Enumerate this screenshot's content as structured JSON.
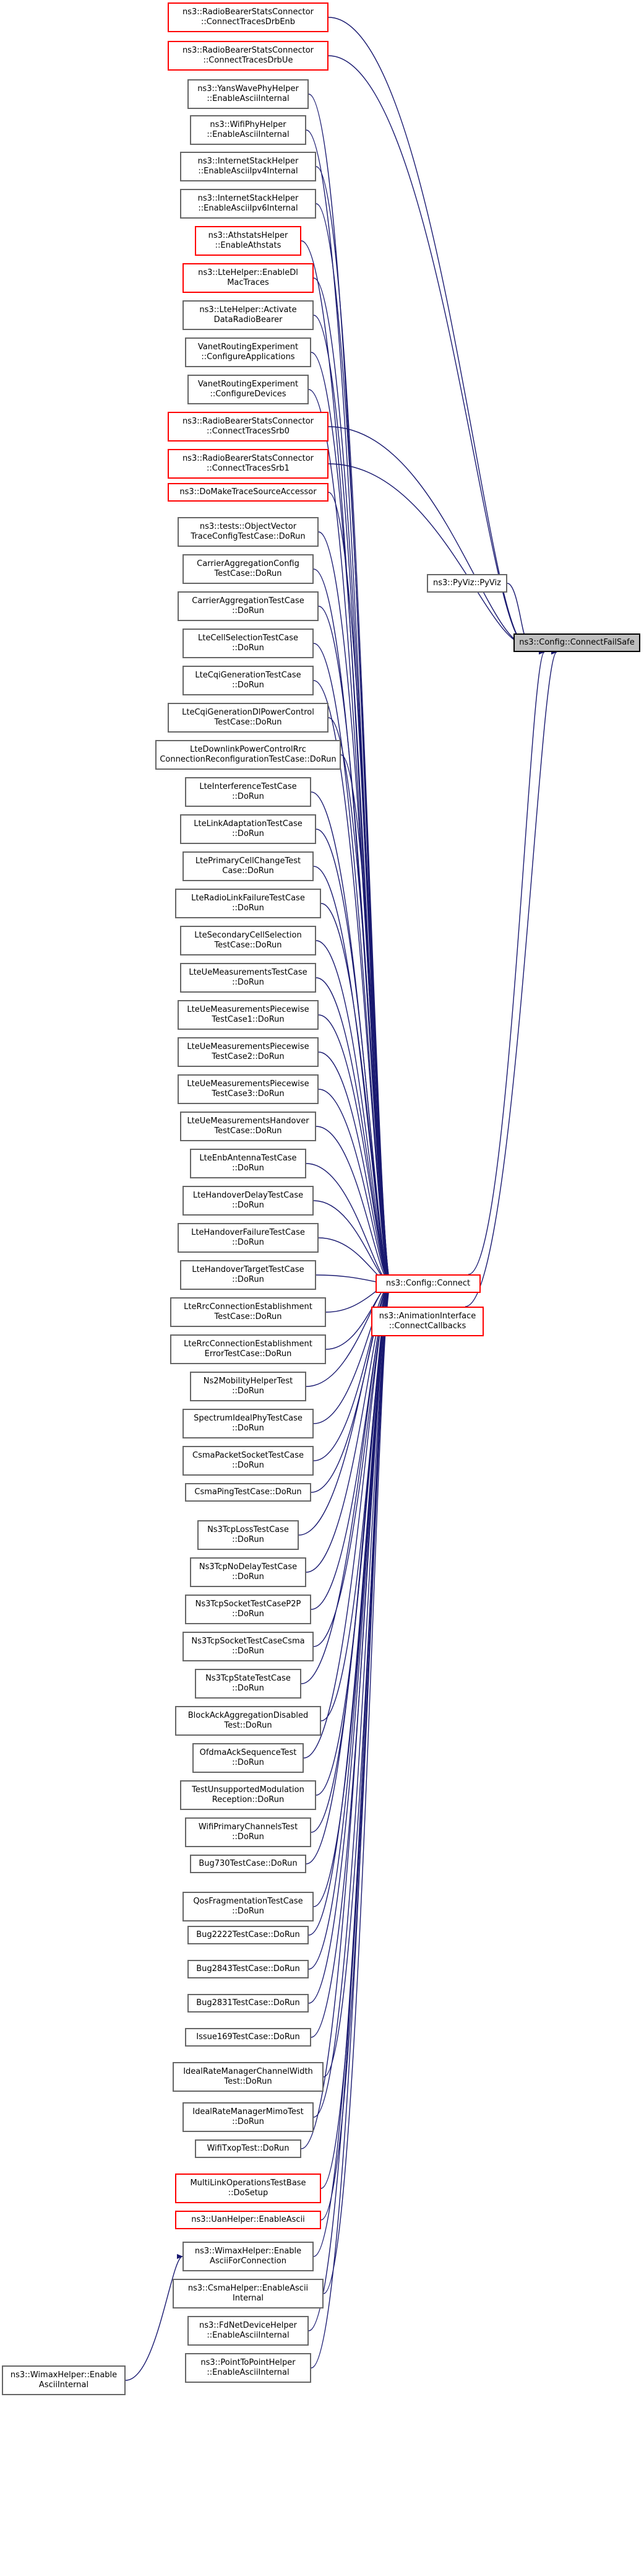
{
  "diagram": {
    "colors": {
      "edge": "#191970",
      "default_border": "#666666",
      "red_border": "#ff0000",
      "highlight_fill": "#bfbfbf"
    },
    "targets": {
      "connect_fail_safe": {
        "lines": [
          "ns3::Config::ConnectFailSafe"
        ],
        "highlight": true
      },
      "pyviz": {
        "lines": [
          "ns3::PyViz::PyViz"
        ]
      },
      "connect": {
        "lines": [
          "ns3::Config::Connect"
        ],
        "red": true
      },
      "anim": {
        "lines": [
          "ns3::AnimationInterface",
          "::ConnectCallbacks"
        ],
        "red": true
      },
      "wimax_enable_ascii_for_connection": {
        "lines": [
          "ns3::WimaxHelper::Enable",
          "AsciiForConnection"
        ]
      },
      "wimax_enable_ascii_internal": {
        "lines": [
          "ns3::WimaxHelper::Enable",
          "AsciiInternal"
        ]
      }
    },
    "callers": [
      {
        "lines": [
          "ns3::RadioBearerStatsConnector",
          "::ConnectTracesDrbEnb"
        ],
        "red": true,
        "to": [
          "connect_fail_safe"
        ]
      },
      {
        "lines": [
          "ns3::RadioBearerStatsConnector",
          "::ConnectTracesDrbUe"
        ],
        "red": true,
        "to": [
          "connect_fail_safe"
        ]
      },
      {
        "lines": [
          "ns3::YansWavePhyHelper",
          "::EnableAsciiInternal"
        ],
        "to": [
          "connect"
        ]
      },
      {
        "lines": [
          "ns3::WifiPhyHelper",
          "::EnableAsciiInternal"
        ],
        "to": [
          "connect"
        ]
      },
      {
        "lines": [
          "ns3::InternetStackHelper",
          "::EnableAsciiIpv4Internal"
        ],
        "to": [
          "connect"
        ]
      },
      {
        "lines": [
          "ns3::InternetStackHelper",
          "::EnableAsciiIpv6Internal"
        ],
        "to": [
          "connect"
        ]
      },
      {
        "lines": [
          "ns3::AthstatsHelper",
          "::EnableAthstats"
        ],
        "red": true,
        "to": [
          "connect"
        ]
      },
      {
        "lines": [
          "ns3::LteHelper::EnableDl",
          "MacTraces"
        ],
        "red": true,
        "to": [
          "connect"
        ]
      },
      {
        "lines": [
          "ns3::LteHelper::Activate",
          "DataRadioBearer"
        ],
        "to": [
          "connect"
        ]
      },
      {
        "lines": [
          "VanetRoutingExperiment",
          "::ConfigureApplications"
        ],
        "to": [
          "connect"
        ]
      },
      {
        "lines": [
          "VanetRoutingExperiment",
          "::ConfigureDevices"
        ],
        "to": [
          "connect"
        ]
      },
      {
        "lines": [
          "ns3::RadioBearerStatsConnector",
          "::ConnectTracesSrb0"
        ],
        "red": true,
        "to": [
          "connect_fail_safe"
        ]
      },
      {
        "lines": [
          "ns3::RadioBearerStatsConnector",
          "::ConnectTracesSrb1"
        ],
        "red": true,
        "to": [
          "connect_fail_safe"
        ]
      },
      {
        "lines": [
          "ns3::DoMakeTraceSourceAccessor"
        ],
        "red": true,
        "to": [
          "connect"
        ]
      },
      {
        "lines": [
          "ns3::tests::ObjectVector",
          "TraceConfigTestCase::DoRun"
        ],
        "to": [
          "connect"
        ]
      },
      {
        "lines": [
          "CarrierAggregationConfig",
          "TestCase::DoRun"
        ],
        "to": [
          "connect"
        ]
      },
      {
        "lines": [
          "CarrierAggregationTestCase",
          "::DoRun"
        ],
        "to": [
          "connect"
        ]
      },
      {
        "lines": [
          "LteCellSelectionTestCase",
          "::DoRun"
        ],
        "to": [
          "connect"
        ]
      },
      {
        "lines": [
          "LteCqiGenerationTestCase",
          "::DoRun"
        ],
        "to": [
          "connect"
        ]
      },
      {
        "lines": [
          "LteCqiGenerationDlPowerControl",
          "TestCase::DoRun"
        ],
        "to": [
          "connect"
        ]
      },
      {
        "lines": [
          "LteDownlinkPowerControlRrc",
          "ConnectionReconfigurationTestCase::DoRun"
        ],
        "to": [
          "connect"
        ]
      },
      {
        "lines": [
          "LteInterferenceTestCase",
          "::DoRun"
        ],
        "to": [
          "connect"
        ]
      },
      {
        "lines": [
          "LteLinkAdaptationTestCase",
          "::DoRun"
        ],
        "to": [
          "connect"
        ]
      },
      {
        "lines": [
          "LtePrimaryCellChangeTest",
          "Case::DoRun"
        ],
        "to": [
          "connect"
        ]
      },
      {
        "lines": [
          "LteRadioLinkFailureTestCase",
          "::DoRun"
        ],
        "to": [
          "connect"
        ]
      },
      {
        "lines": [
          "LteSecondaryCellSelection",
          "TestCase::DoRun"
        ],
        "to": [
          "connect"
        ]
      },
      {
        "lines": [
          "LteUeMeasurementsTestCase",
          "::DoRun"
        ],
        "to": [
          "connect"
        ]
      },
      {
        "lines": [
          "LteUeMeasurementsPiecewise",
          "TestCase1::DoRun"
        ],
        "to": [
          "connect"
        ]
      },
      {
        "lines": [
          "LteUeMeasurementsPiecewise",
          "TestCase2::DoRun"
        ],
        "to": [
          "connect"
        ]
      },
      {
        "lines": [
          "LteUeMeasurementsPiecewise",
          "TestCase3::DoRun"
        ],
        "to": [
          "connect"
        ]
      },
      {
        "lines": [
          "LteUeMeasurementsHandover",
          "TestCase::DoRun"
        ],
        "to": [
          "connect"
        ]
      },
      {
        "lines": [
          "LteEnbAntennaTestCase",
          "::DoRun"
        ],
        "to": [
          "connect"
        ]
      },
      {
        "lines": [
          "LteHandoverDelayTestCase",
          "::DoRun"
        ],
        "to": [
          "connect"
        ]
      },
      {
        "lines": [
          "LteHandoverFailureTestCase",
          "::DoRun"
        ],
        "to": [
          "connect"
        ]
      },
      {
        "lines": [
          "LteHandoverTargetTestCase",
          "::DoRun"
        ],
        "to": [
          "connect"
        ]
      },
      {
        "lines": [
          "LteRrcConnectionEstablishment",
          "TestCase::DoRun"
        ],
        "to": [
          "connect"
        ]
      },
      {
        "lines": [
          "LteRrcConnectionEstablishment",
          "ErrorTestCase::DoRun"
        ],
        "to": [
          "connect"
        ]
      },
      {
        "lines": [
          "Ns2MobilityHelperTest",
          "::DoRun"
        ],
        "to": [
          "connect"
        ]
      },
      {
        "lines": [
          "SpectrumIdealPhyTestCase",
          "::DoRun"
        ],
        "to": [
          "connect"
        ]
      },
      {
        "lines": [
          "CsmaPacketSocketTestCase",
          "::DoRun"
        ],
        "to": [
          "connect"
        ]
      },
      {
        "lines": [
          "CsmaPingTestCase::DoRun"
        ],
        "to": [
          "connect"
        ]
      },
      {
        "lines": [
          "Ns3TcpLossTestCase",
          "::DoRun"
        ],
        "to": [
          "connect"
        ]
      },
      {
        "lines": [
          "Ns3TcpNoDelayTestCase",
          "::DoRun"
        ],
        "to": [
          "connect"
        ]
      },
      {
        "lines": [
          "Ns3TcpSocketTestCaseP2P",
          "::DoRun"
        ],
        "to": [
          "connect"
        ]
      },
      {
        "lines": [
          "Ns3TcpSocketTestCaseCsma",
          "::DoRun"
        ],
        "to": [
          "connect"
        ]
      },
      {
        "lines": [
          "Ns3TcpStateTestCase",
          "::DoRun"
        ],
        "to": [
          "connect"
        ]
      },
      {
        "lines": [
          "BlockAckAggregationDisabled",
          "Test::DoRun"
        ],
        "to": [
          "connect"
        ]
      },
      {
        "lines": [
          "OfdmaAckSequenceTest",
          "::DoRun"
        ],
        "to": [
          "connect"
        ]
      },
      {
        "lines": [
          "TestUnsupportedModulation",
          "Reception::DoRun"
        ],
        "to": [
          "connect"
        ]
      },
      {
        "lines": [
          "WifiPrimaryChannelsTest",
          "::DoRun"
        ],
        "to": [
          "connect"
        ]
      },
      {
        "lines": [
          "Bug730TestCase::DoRun"
        ],
        "to": [
          "connect"
        ]
      },
      {
        "lines": [
          "QosFragmentationTestCase",
          "::DoRun"
        ],
        "to": [
          "connect"
        ]
      },
      {
        "lines": [
          "Bug2222TestCase::DoRun"
        ],
        "to": [
          "connect"
        ]
      },
      {
        "lines": [
          "Bug2843TestCase::DoRun"
        ],
        "to": [
          "connect"
        ]
      },
      {
        "lines": [
          "Bug2831TestCase::DoRun"
        ],
        "to": [
          "connect"
        ]
      },
      {
        "lines": [
          "Issue169TestCase::DoRun"
        ],
        "to": [
          "connect"
        ]
      },
      {
        "lines": [
          "IdealRateManagerChannelWidth",
          "Test::DoRun"
        ],
        "to": [
          "connect"
        ]
      },
      {
        "lines": [
          "IdealRateManagerMimoTest",
          "::DoRun"
        ],
        "to": [
          "connect"
        ]
      },
      {
        "lines": [
          "WifiTxopTest::DoRun"
        ],
        "to": [
          "connect"
        ]
      },
      {
        "lines": [
          "MultiLinkOperationsTestBase",
          "::DoSetup"
        ],
        "red": true,
        "to": [
          "connect"
        ]
      },
      {
        "lines": [
          "ns3::UanHelper::EnableAscii"
        ],
        "red": true,
        "to": [
          "connect"
        ]
      },
      {
        "lines": [
          "ns3::WimaxHelper::Enable",
          "AsciiForConnection"
        ],
        "target_ref": "wimax_enable_ascii_for_connection",
        "to": [
          "connect"
        ]
      },
      {
        "lines": [
          "ns3::CsmaHelper::EnableAscii",
          "Internal"
        ],
        "to": [
          "connect"
        ]
      },
      {
        "lines": [
          "ns3::FdNetDeviceHelper",
          "::EnableAsciiInternal"
        ],
        "to": [
          "connect"
        ]
      },
      {
        "lines": [
          "ns3::PointToPointHelper",
          "::EnableAsciiInternal"
        ],
        "to": [
          "connect"
        ]
      }
    ]
  }
}
